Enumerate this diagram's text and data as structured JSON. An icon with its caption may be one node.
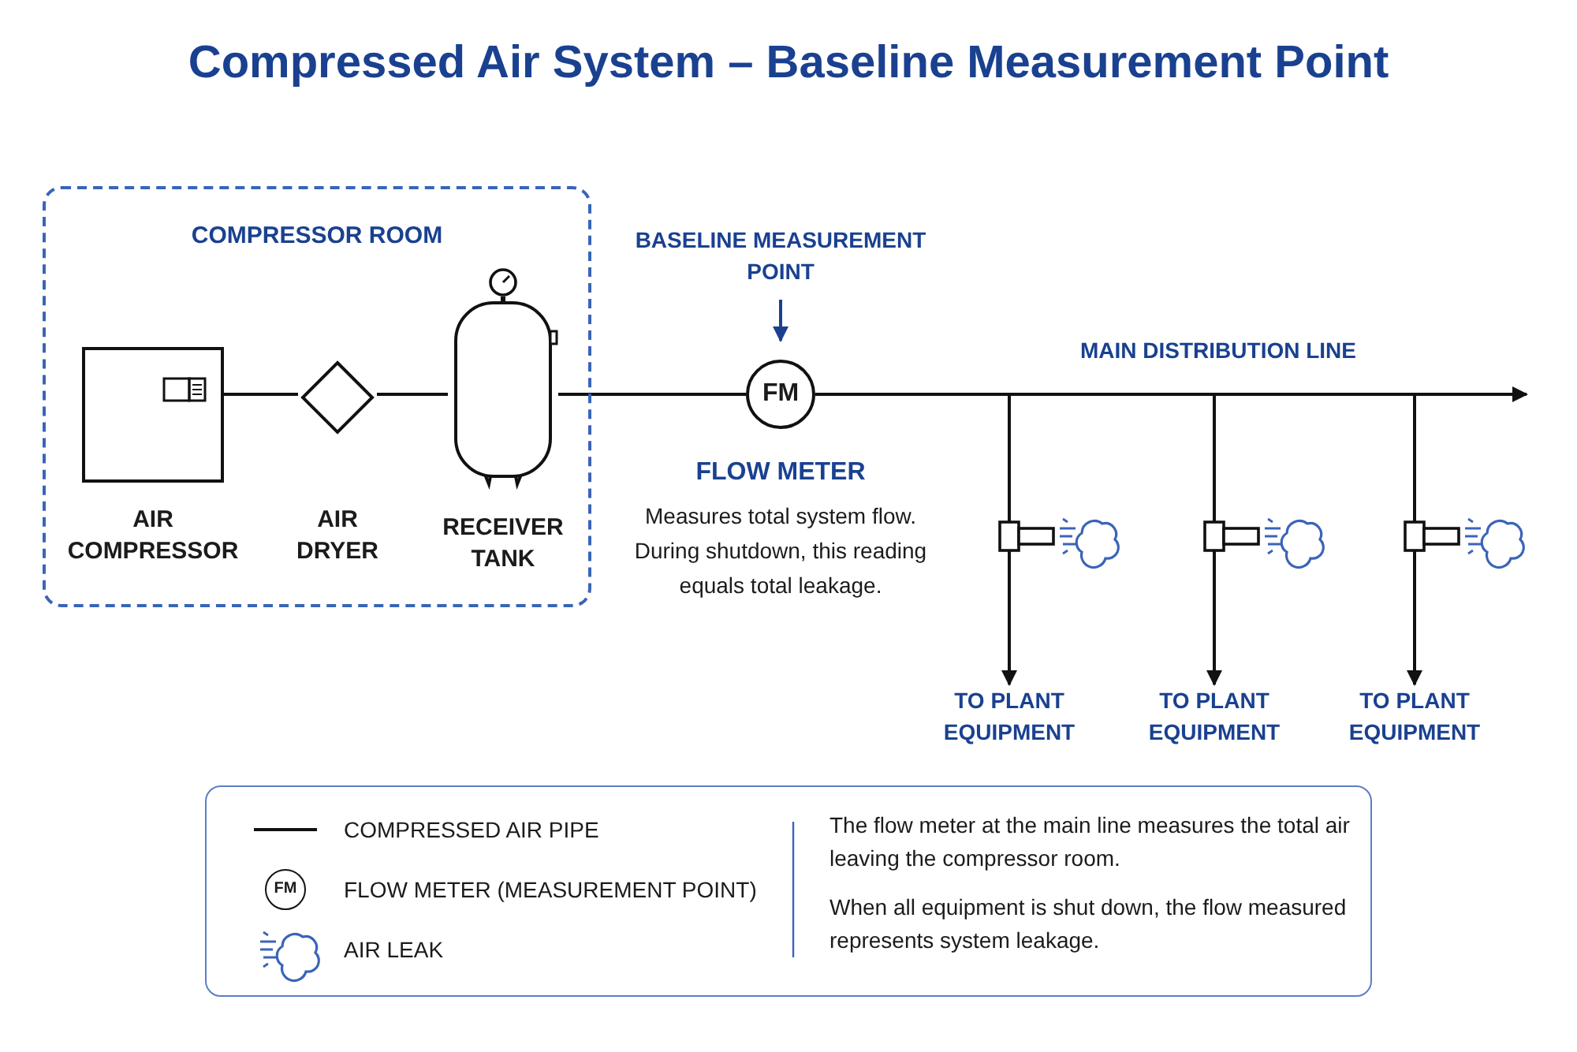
{
  "diagram": {
    "title": "Compressed Air System – Baseline Measurement Point",
    "nodes": [
      {
        "text": [
          "COMPRESSOR ROOM"
        ]
      },
      {
        "text": [
          "AIR COMPRESSOR"
        ],
        "in": 0
      },
      {
        "text": [
          "AIR DRYER"
        ],
        "in": 0
      },
      {
        "text": [
          "RECEIVER TANK"
        ],
        "in": 0
      },
      {
        "text": [
          "FM"
        ],
        "beside": [
          "FLOW METER",
          "Measures total system flow. During shutdown, this reading equals total leakage."
        ]
      },
      {
        "text": [
          "BASELINE MEASUREMENT POINT"
        ]
      },
      {
        "text": [
          "TO PLANT EQUIPMENT"
        ]
      },
      {
        "text": [
          "TO PLANT EQUIPMENT"
        ]
      },
      {
        "text": [
          "TO PLANT EQUIPMENT"
        ]
      }
    ],
    "edges": [
      {
        "from": 1,
        "to": 2,
        "arrow": "none"
      },
      {
        "from": 2,
        "to": 3,
        "arrow": "none"
      },
      {
        "from": 3,
        "to": 4,
        "arrow": "none"
      },
      {
        "from": 4,
        "to": null,
        "arrow": "to",
        "label": "MAIN DISTRIBUTION LINE"
      },
      {
        "from": 4,
        "to": 6,
        "arrow": "to"
      },
      {
        "from": 4,
        "to": 7,
        "arrow": "to"
      },
      {
        "from": 4,
        "to": 8,
        "arrow": "to"
      },
      {
        "from": 5,
        "to": 4,
        "arrow": "to",
        "color": "#1a4190"
      }
    ],
    "labels": [
      "FM",
      "The flow meter at the main line measures the total air leaving the compressor room.",
      "When all equipment is shut down, the flow measured represents system leakage."
    ],
    "legend": [
      {
        "text": "COMPRESSED AIR PIPE"
      },
      {
        "text": "FLOW METER (MEASUREMENT POINT)"
      },
      {
        "text": "AIR LEAK"
      }
    ]
  }
}
